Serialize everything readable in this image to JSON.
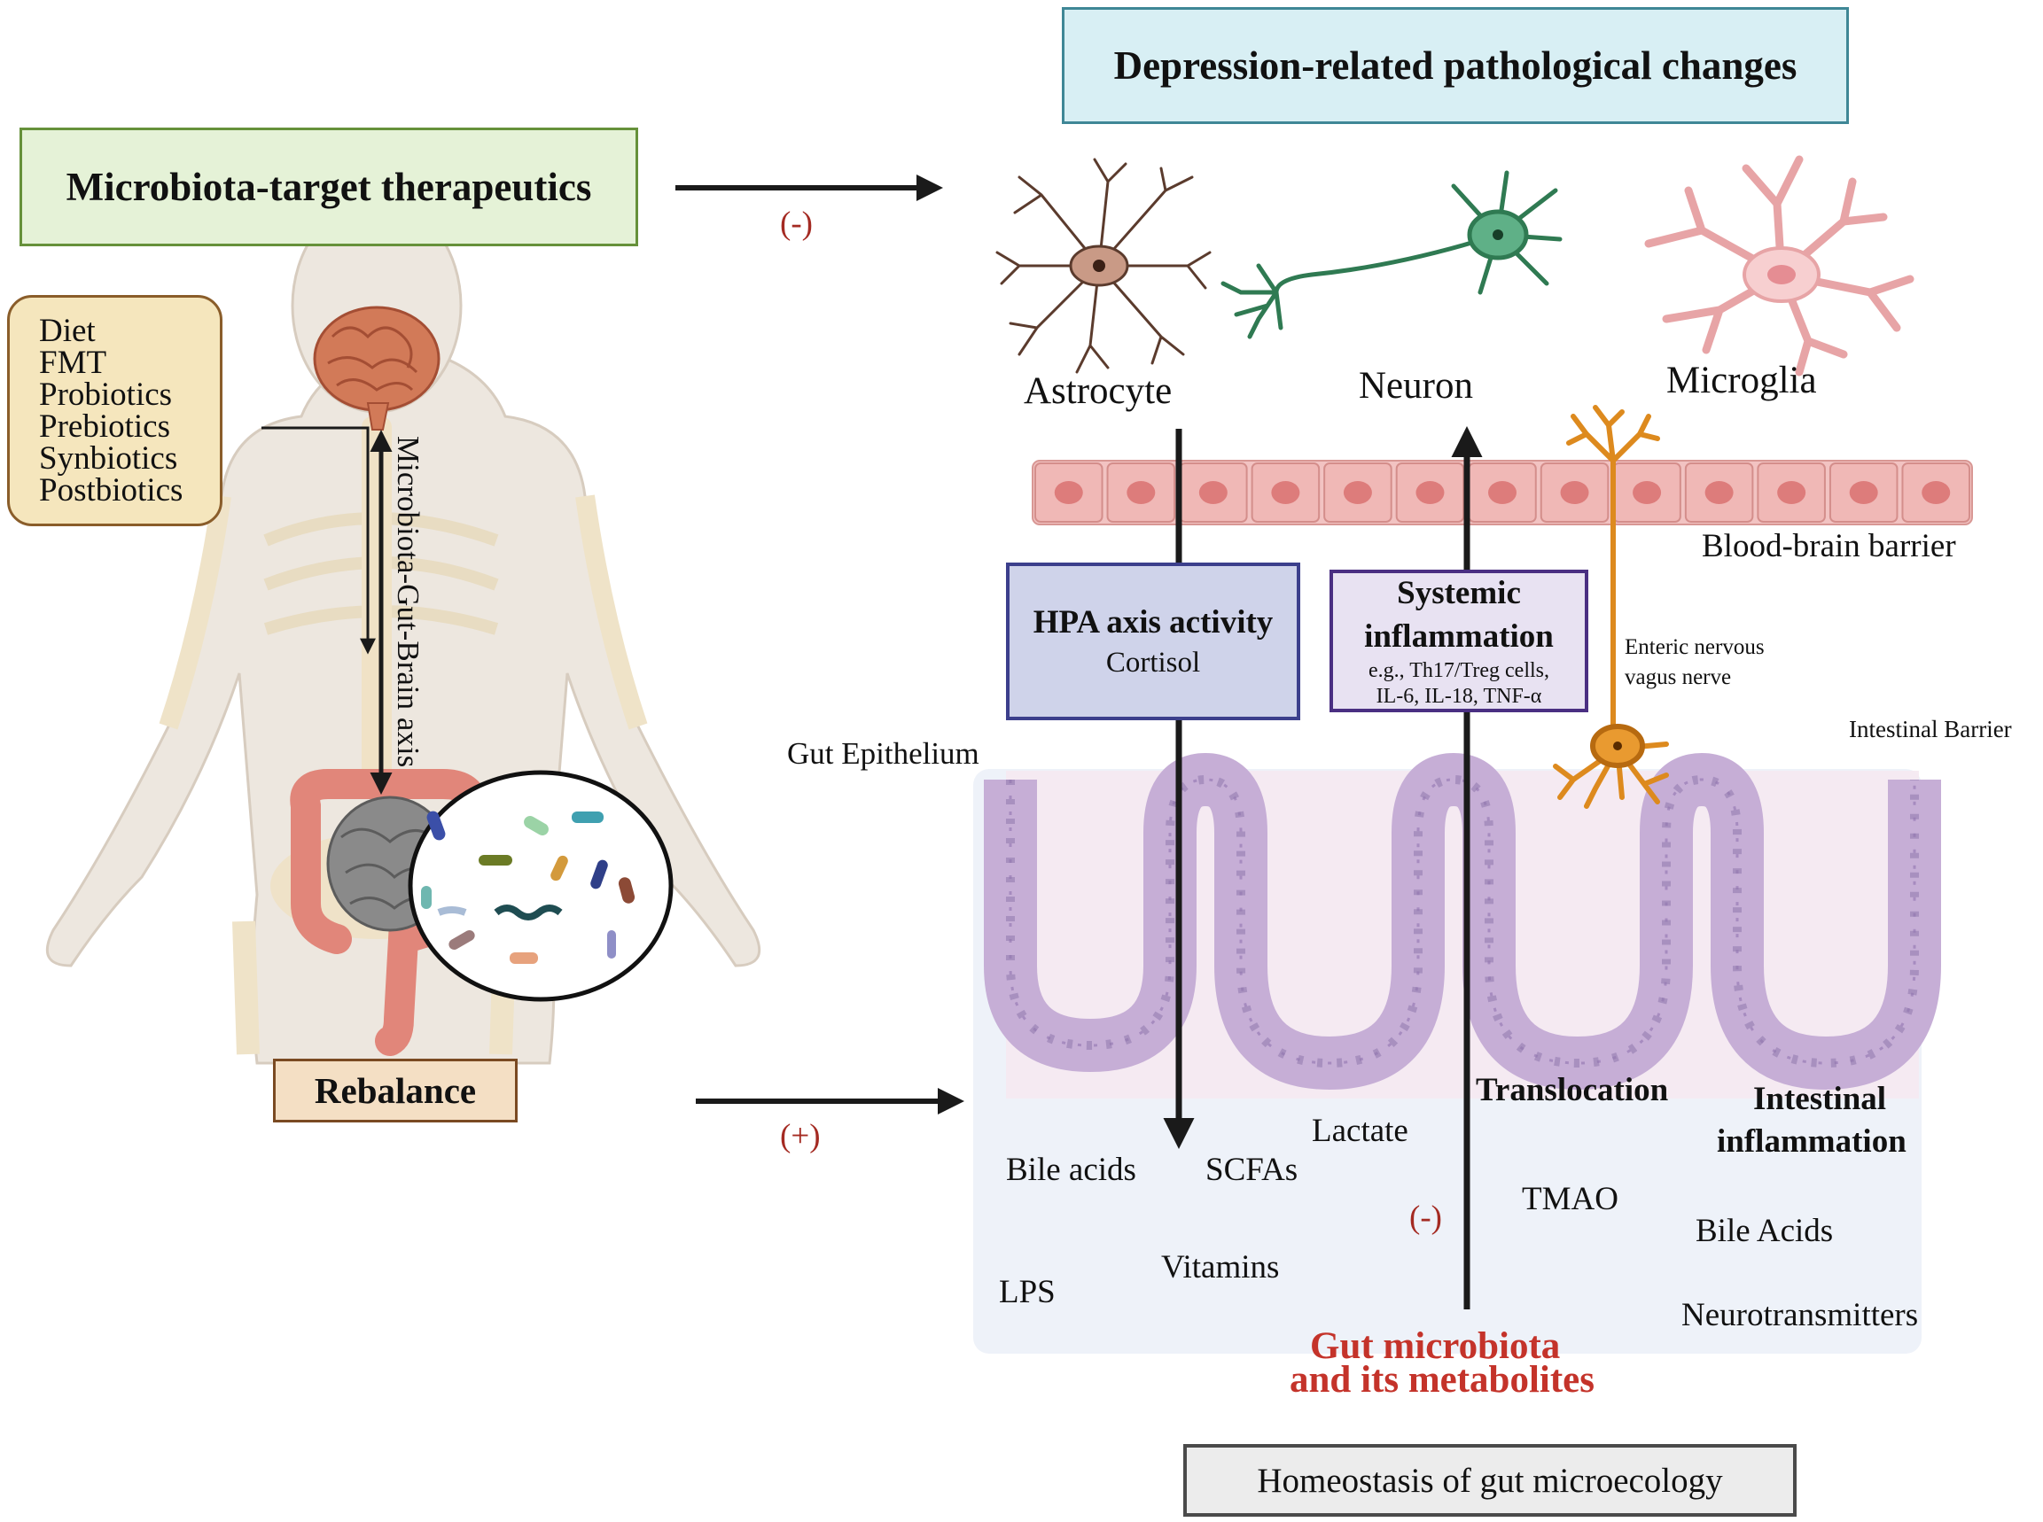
{
  "title_box": "Depression-related pathological changes",
  "therapeutics_box": "Microbiota-target therapeutics",
  "interventions": [
    "Diet",
    "FMT",
    "Probiotics",
    "Prebiotics",
    "Synbiotics",
    "Postbiotics"
  ],
  "axis_label": "Microbiota-Gut-Brain axis",
  "rebalance": "Rebalance",
  "sign_minus_top": "(-)",
  "sign_plus": "(+)",
  "sign_minus_bottom": "(-)",
  "cells": {
    "astrocyte": "Astrocyte",
    "neuron": "Neuron",
    "microglia": "Microglia"
  },
  "bbb": "Blood-brain barrier",
  "hpa": {
    "title": "HPA axis activity",
    "sub": "Cortisol"
  },
  "systemic": {
    "title_1": "Systemic",
    "title_2": "inflammation",
    "sub_1": "e.g., Th17/Treg cells,",
    "sub_2": "IL-6, IL-18, TNF-α"
  },
  "enteric_1": "Enteric nervous",
  "enteric_2": "vagus nerve",
  "gut_epithelium": "Gut Epithelium",
  "intestinal_barrier": "Intestinal Barrier",
  "metabolites": {
    "bile_acids": "Bile acids",
    "scfas": "SCFAs",
    "lactate": "Lactate",
    "lps": "LPS",
    "vitamins": "Vitamins",
    "tmao": "TMAO",
    "bile_acids_2": "Bile Acids",
    "neurotransmitters": "Neurotransmitters"
  },
  "translocation": "Translocation",
  "intestinal_inflammation_1": "Intestinal",
  "intestinal_inflammation_2": "inflammation",
  "microbiota_1": "Gut microbiota",
  "microbiota_2": "and its metabolites",
  "homeostasis": "Homeostasis of gut microecology",
  "colors": {
    "title_box": "#d8eff4",
    "title_border": "#3f8796",
    "thera_box": "#e5f2d7",
    "thera_border": "#66913a",
    "interv_box": "#f5e6bd",
    "interv_border": "#8a5d2a",
    "rebalance_box": "#f4dfc4",
    "rebalance_border": "#7a4a22",
    "hpa_box": "#cfd3ea",
    "hpa_border": "#3c3f8c",
    "sys_box": "#e8e2f2",
    "sys_border": "#4a2f82",
    "homeo_box": "#ececec",
    "homeo_border": "#4a4a4a",
    "accent_red": "#c4332a"
  }
}
